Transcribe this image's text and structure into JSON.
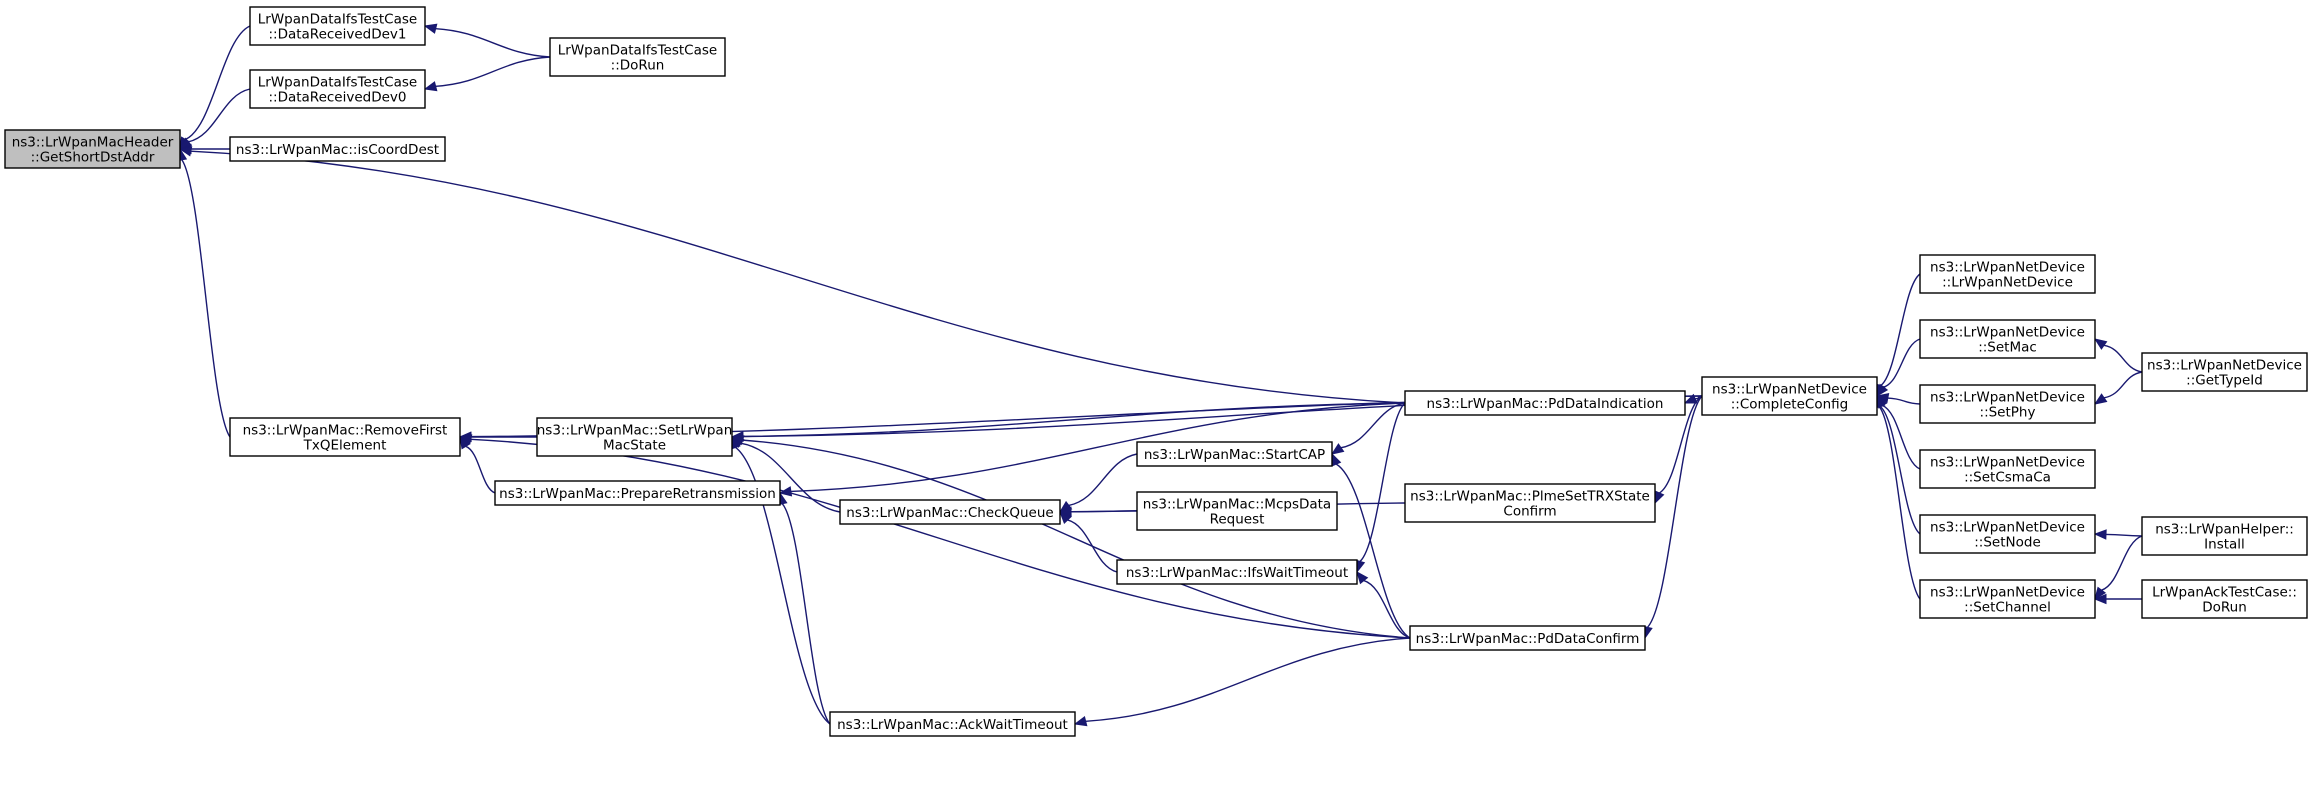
{
  "graph": {
    "nodes": [
      {
        "id": "root",
        "lines": [
          "ns3::LrWpanMacHeader",
          "::GetShortDstAddr"
        ],
        "root": true
      },
      {
        "id": "drd1",
        "lines": [
          "LrWpanDataIfsTestCase",
          "::DataReceivedDev1"
        ]
      },
      {
        "id": "drd0",
        "lines": [
          "LrWpanDataIfsTestCase",
          "::DataReceivedDev0"
        ]
      },
      {
        "id": "dorun1",
        "lines": [
          "LrWpanDataIfsTestCase",
          "::DoRun"
        ]
      },
      {
        "id": "iscoord",
        "lines": [
          "ns3::LrWpanMac::isCoordDest"
        ]
      },
      {
        "id": "removefirst",
        "lines": [
          "ns3::LrWpanMac::RemoveFirst",
          "TxQElement"
        ]
      },
      {
        "id": "setstate",
        "lines": [
          "ns3::LrWpanMac::SetLrWpan",
          "MacState"
        ]
      },
      {
        "id": "prepare",
        "lines": [
          "ns3::LrWpanMac::PrepareRetransmission"
        ]
      },
      {
        "id": "checkqueue",
        "lines": [
          "ns3::LrWpanMac::CheckQueue"
        ]
      },
      {
        "id": "startcap",
        "lines": [
          "ns3::LrWpanMac::StartCAP"
        ]
      },
      {
        "id": "mcps",
        "lines": [
          "ns3::LrWpanMac::McpsData",
          "Request"
        ]
      },
      {
        "id": "ifswait",
        "lines": [
          "ns3::LrWpanMac::IfsWaitTimeout"
        ]
      },
      {
        "id": "ackwait",
        "lines": [
          "ns3::LrWpanMac::AckWaitTimeout"
        ]
      },
      {
        "id": "pdind",
        "lines": [
          "ns3::LrWpanMac::PdDataIndication"
        ]
      },
      {
        "id": "plme",
        "lines": [
          "ns3::LrWpanMac::PlmeSetTRXState",
          "Confirm"
        ]
      },
      {
        "id": "pdconf",
        "lines": [
          "ns3::LrWpanMac::PdDataConfirm"
        ]
      },
      {
        "id": "complete",
        "lines": [
          "ns3::LrWpanNetDevice",
          "::CompleteConfig"
        ]
      },
      {
        "id": "ctor",
        "lines": [
          "ns3::LrWpanNetDevice",
          "::LrWpanNetDevice"
        ]
      },
      {
        "id": "setmac",
        "lines": [
          "ns3::LrWpanNetDevice",
          "::SetMac"
        ]
      },
      {
        "id": "setphy",
        "lines": [
          "ns3::LrWpanNetDevice",
          "::SetPhy"
        ]
      },
      {
        "id": "setcsma",
        "lines": [
          "ns3::LrWpanNetDevice",
          "::SetCsmaCa"
        ]
      },
      {
        "id": "setnode",
        "lines": [
          "ns3::LrWpanNetDevice",
          "::SetNode"
        ]
      },
      {
        "id": "setchannel",
        "lines": [
          "ns3::LrWpanNetDevice",
          "::SetChannel"
        ]
      },
      {
        "id": "gettypeid",
        "lines": [
          "ns3::LrWpanNetDevice",
          "::GetTypeId"
        ]
      },
      {
        "id": "install",
        "lines": [
          "ns3::LrWpanHelper::",
          "Install"
        ]
      },
      {
        "id": "ackdorun",
        "lines": [
          "LrWpanAckTestCase::",
          "DoRun"
        ]
      }
    ],
    "edges": [
      [
        "root",
        "drd1"
      ],
      [
        "root",
        "drd0"
      ],
      [
        "root",
        "iscoord"
      ],
      [
        "root",
        "removefirst"
      ],
      [
        "root",
        "pdind"
      ],
      [
        "drd1",
        "dorun1"
      ],
      [
        "drd0",
        "dorun1"
      ],
      [
        "removefirst",
        "setstate"
      ],
      [
        "removefirst",
        "prepare"
      ],
      [
        "removefirst",
        "complete"
      ],
      [
        "removefirst",
        "pdconf"
      ],
      [
        "setstate",
        "checkqueue"
      ],
      [
        "setstate",
        "pdind"
      ],
      [
        "setstate",
        "complete"
      ],
      [
        "setstate",
        "ackwait"
      ],
      [
        "setstate",
        "pdconf"
      ],
      [
        "prepare",
        "pdind"
      ],
      [
        "prepare",
        "ackwait"
      ],
      [
        "checkqueue",
        "startcap"
      ],
      [
        "checkqueue",
        "mcps"
      ],
      [
        "checkqueue",
        "ifswait"
      ],
      [
        "checkqueue",
        "plme"
      ],
      [
        "startcap",
        "pdind"
      ],
      [
        "startcap",
        "pdconf"
      ],
      [
        "ifswait",
        "pdind"
      ],
      [
        "ifswait",
        "pdconf"
      ],
      [
        "ackwait",
        "pdconf"
      ],
      [
        "pdind",
        "complete"
      ],
      [
        "plme",
        "complete"
      ],
      [
        "pdconf",
        "complete"
      ],
      [
        "complete",
        "ctor"
      ],
      [
        "complete",
        "setmac"
      ],
      [
        "complete",
        "setphy"
      ],
      [
        "complete",
        "setcsma"
      ],
      [
        "complete",
        "setnode"
      ],
      [
        "complete",
        "setchannel"
      ],
      [
        "setmac",
        "gettypeid"
      ],
      [
        "setphy",
        "gettypeid"
      ],
      [
        "setnode",
        "install"
      ],
      [
        "setchannel",
        "install"
      ],
      [
        "setchannel",
        "ackdorun"
      ]
    ]
  },
  "colors": {
    "edge": "#191970",
    "root_fill": "#bfbfbf",
    "node_fill": "#ffffff",
    "node_border": "#000000"
  }
}
